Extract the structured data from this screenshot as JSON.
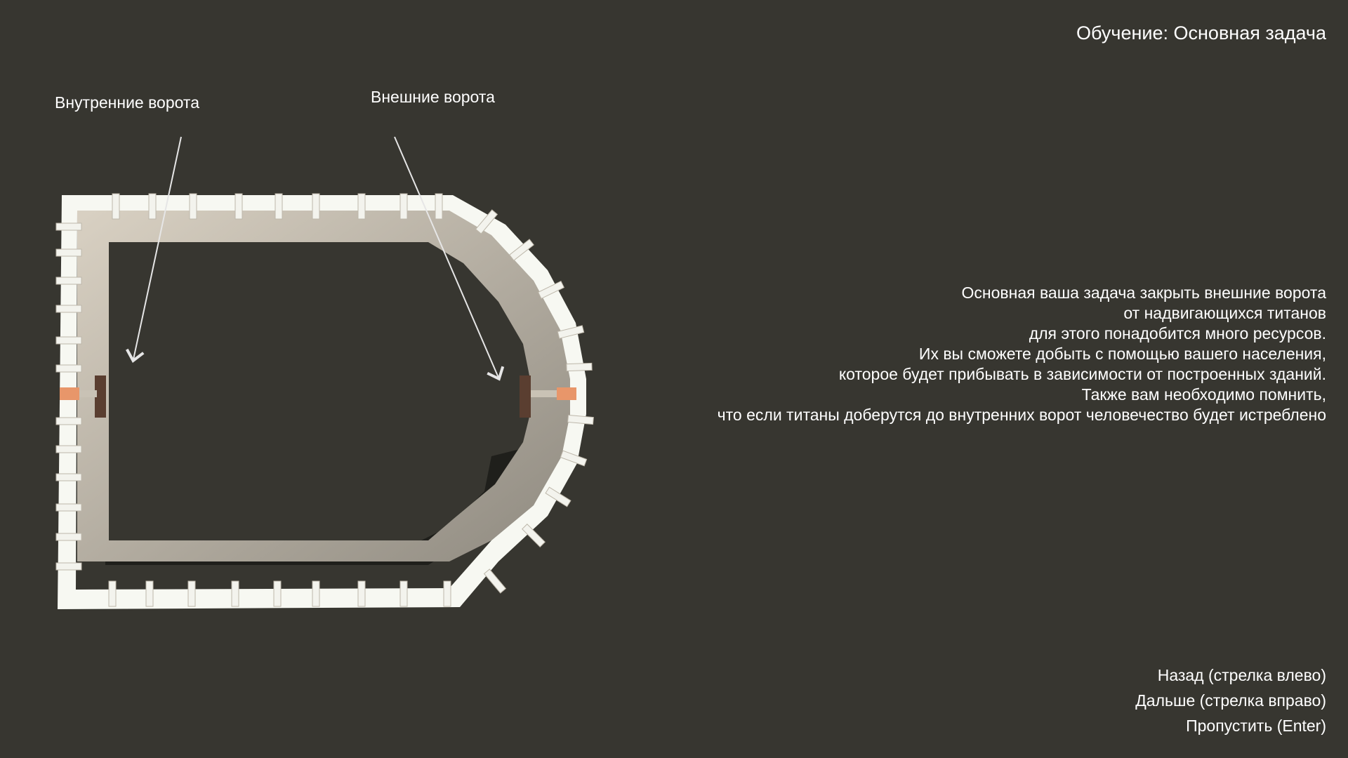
{
  "tutorial": {
    "title": "Обучение: Основная задача"
  },
  "labels": {
    "inner_gate": "Внутренние ворота",
    "outer_gate": "Внешние ворота"
  },
  "task": {
    "lines": [
      "Основная ваша задача закрыть внешние ворота",
      "от надвигающихся титанов",
      "для этого понадобится много ресурсов.",
      "Их вы сможете добыть с помощью вашего населения,",
      "которое будет прибывать в зависимости от построенных зданий.",
      "Также вам необходимо помнить,",
      "что если титаны доберутся до внутренних ворот человечество будет истреблено"
    ]
  },
  "navigation": {
    "back_label": "Назад (стрелка влево)",
    "next_label": "Дальше (стрелка вправо)",
    "skip_label": "Пропустить (Enter)"
  },
  "colors": {
    "background": "#373630",
    "wall_top": "#f7f8f2",
    "wall_inner": "#a9a398",
    "wall_shadow": "#1f1f1b",
    "gate": "#e8966a",
    "text": "#ffffff"
  }
}
